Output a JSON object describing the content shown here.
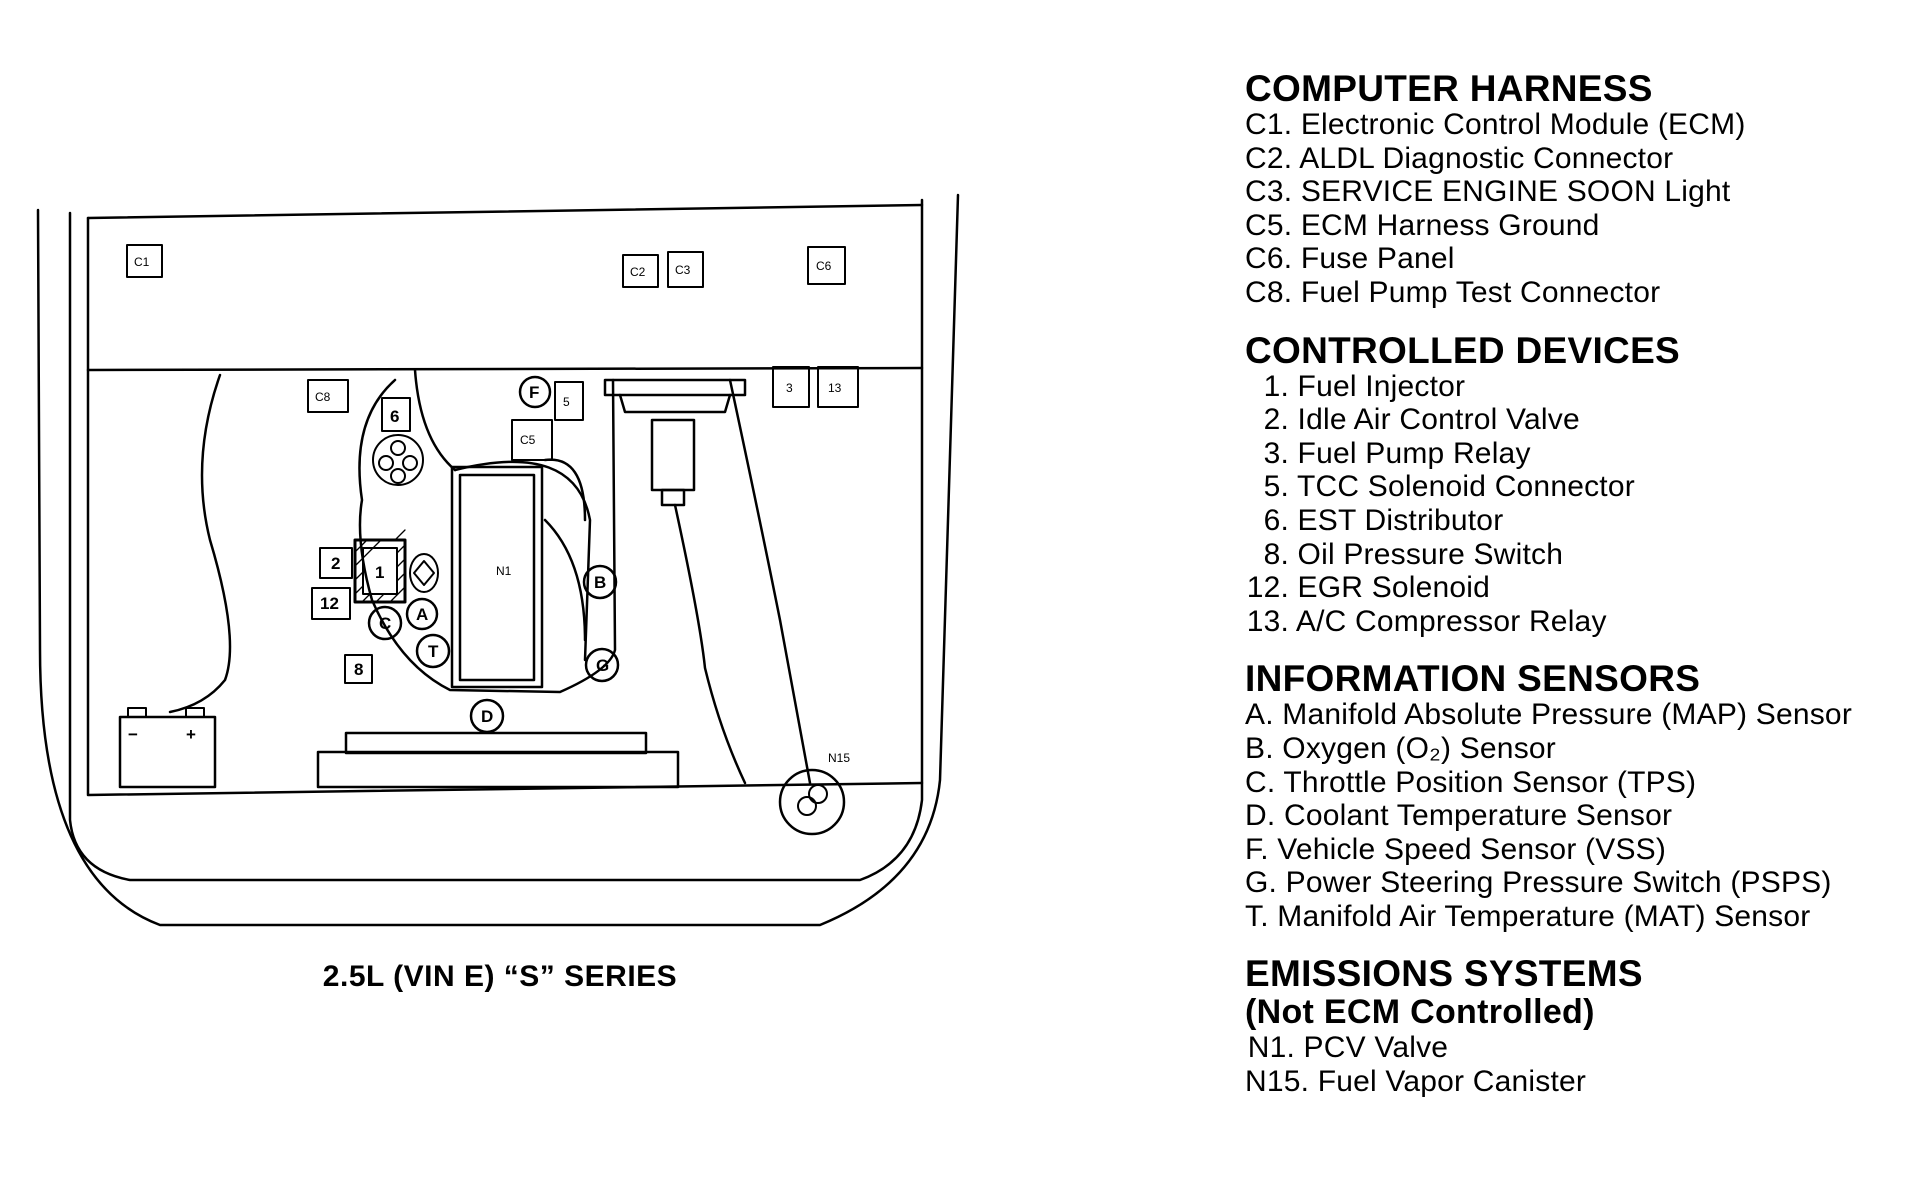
{
  "diagram": {
    "caption": "2.5L (VIN E) “S” SERIES",
    "component_labels": {
      "c1": "C1",
      "c2": "C2",
      "c3": "C3",
      "c6": "C6",
      "c8": "C8",
      "c5": "C5",
      "n1": "N1",
      "n15": "N15",
      "d1": "1",
      "d2": "2",
      "d3": "3",
      "d5": "5",
      "d6": "6",
      "d8": "8",
      "d12": "12",
      "d13": "13",
      "sA": "A",
      "sB": "B",
      "sC": "C",
      "sD": "D",
      "sF": "F",
      "sG": "G",
      "sT": "T",
      "battery_minus": "−",
      "battery_plus": "+"
    }
  },
  "legend": {
    "sections": [
      {
        "title": "COMPUTER HARNESS",
        "items": [
          {
            "code": "C1.",
            "text": "Electronic Control Module (ECM)"
          },
          {
            "code": "C2.",
            "text": "ALDL Diagnostic Connector"
          },
          {
            "code": "C3.",
            "text": "SERVICE ENGINE SOON Light"
          },
          {
            "code": "C5.",
            "text": "ECM Harness Ground"
          },
          {
            "code": "C6.",
            "text": "Fuse Panel"
          },
          {
            "code": "C8.",
            "text": "Fuel Pump Test Connector"
          }
        ]
      },
      {
        "title": "CONTROLLED DEVICES",
        "items": [
          {
            "code": "1.",
            "text": "Fuel Injector"
          },
          {
            "code": "2.",
            "text": "Idle Air Control Valve"
          },
          {
            "code": "3.",
            "text": "Fuel Pump Relay"
          },
          {
            "code": "5.",
            "text": "TCC Solenoid Connector"
          },
          {
            "code": "6.",
            "text": "EST Distributor"
          },
          {
            "code": "8.",
            "text": "Oil Pressure Switch"
          },
          {
            "code": "12.",
            "text": "EGR Solenoid"
          },
          {
            "code": "13.",
            "text": "A/C Compressor Relay"
          }
        ]
      },
      {
        "title": "INFORMATION SENSORS",
        "items": [
          {
            "code": "A.",
            "text": "Manifold Absolute Pressure (MAP) Sensor"
          },
          {
            "code": "B.",
            "text": "Oxygen (O₂) Sensor"
          },
          {
            "code": "C.",
            "text": "Throttle Position Sensor (TPS)"
          },
          {
            "code": "D.",
            "text": "Coolant Temperature Sensor"
          },
          {
            "code": "F.",
            "text": "Vehicle Speed Sensor (VSS)"
          },
          {
            "code": "G.",
            "text": "Power Steering Pressure Switch (PSPS)"
          },
          {
            "code": "T.",
            "text": "Manifold Air Temperature (MAT) Sensor"
          }
        ]
      },
      {
        "title": "EMISSIONS SYSTEMS",
        "subtitle": "(Not ECM Controlled)",
        "items": [
          {
            "code": "N1.",
            "text": "PCV Valve"
          },
          {
            "code": "N15.",
            "text": "Fuel Vapor Canister"
          }
        ]
      }
    ]
  }
}
